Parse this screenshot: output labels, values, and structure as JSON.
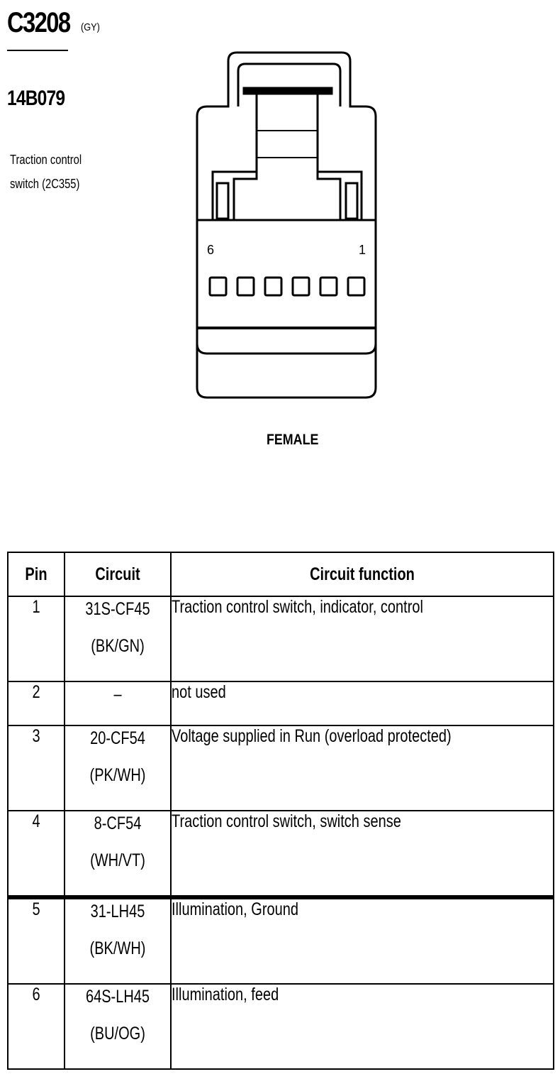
{
  "connector": {
    "id": "C3208",
    "color": "(GY)",
    "part_number": "14B079",
    "component_line1": "Traction control",
    "component_line2": "switch (2C355)",
    "gender": "FEMALE",
    "pin_label_left": "6",
    "pin_label_right": "1"
  },
  "table": {
    "headers": [
      "Pin",
      "Circuit",
      "Circuit function"
    ],
    "rows": [
      {
        "pin": "1",
        "circuit": "31S-CF45",
        "wire_color": "(BK/GN)",
        "function": "Traction control switch, indicator, control"
      },
      {
        "pin": "2",
        "circuit": "–",
        "wire_color": "",
        "function": "not used"
      },
      {
        "pin": "3",
        "circuit": "20-CF54",
        "wire_color": "(PK/WH)",
        "function": "Voltage supplied in Run (overload protected)"
      },
      {
        "pin": "4",
        "circuit": "8-CF54",
        "wire_color": "(WH/VT)",
        "function": "Traction control switch, switch sense"
      },
      {
        "pin": "5",
        "circuit": "31-LH45",
        "wire_color": "(BK/WH)",
        "function": "Illumination, Ground"
      },
      {
        "pin": "6",
        "circuit": "64S-LH45",
        "wire_color": "(BU/OG)",
        "function": "Illumination, feed"
      }
    ]
  }
}
